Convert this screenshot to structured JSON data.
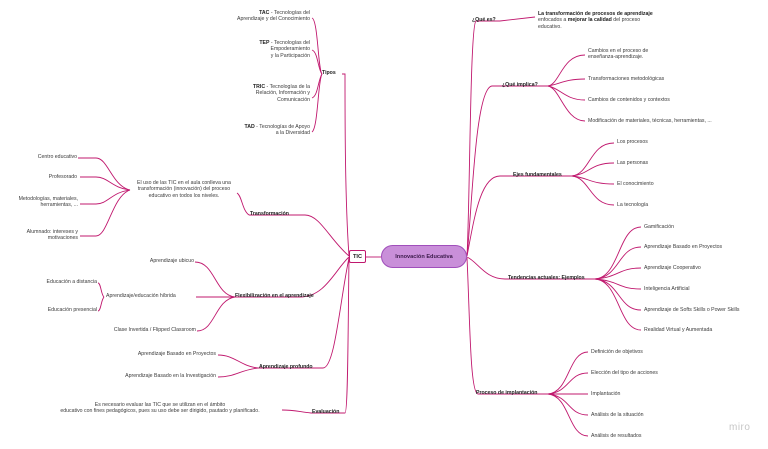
{
  "central": "Innovación Educativa",
  "tic": "TIC",
  "left": {
    "tipos": {
      "label": "Tipos",
      "tac": [
        "TAC",
        " - Tecnologías del",
        "Aprendizaje y del Conocimiento"
      ],
      "tep": [
        "TEP",
        " - Tecnologías del",
        "Empoderamiento",
        "y la Participación"
      ],
      "tric": [
        "TRIC",
        " - Tecnologías de la",
        "Relación, Información y",
        "Comunicación"
      ],
      "tad": [
        "TAD",
        " -  Tecnologías de Apoyo",
        "a la Diversidad"
      ]
    },
    "transformacion": {
      "label": "Transformación",
      "desc": [
        "El uso de las TIC en el aula conlleva una",
        "transformación (innovación) del proceso",
        "educativo en todos los niveles."
      ],
      "items": [
        "Centro educativo",
        "Profesorado",
        "Metodologías, materiales,",
        "herramientas, ...",
        "Alumnado: intereses y",
        "motivaciones"
      ]
    },
    "flexibilizacion": {
      "label": "Flexibilización en el aprendizaje",
      "items": [
        "Aprendizaje ubicuo",
        "Aprendizaje/educación híbrida",
        "Clase Invertida / Flipped Classroom"
      ],
      "sub": [
        "Educación a distancia",
        "Educación presencial"
      ]
    },
    "profundo": {
      "label": "Aprendizaje profundo",
      "items": [
        "Aprendizaje Basado en Proyectos",
        "Aprendizaje Basado en la Investigación"
      ]
    },
    "evaluacion": {
      "label": "Evaluación",
      "desc": [
        "Es necesario evaluar las TIC que se utilizan en el ámbito",
        "educativo con fines pedagógicos, pues su uso debe ser dirigido, pautado y planificado."
      ]
    }
  },
  "right": {
    "que_es": {
      "label": "¿Qué es?",
      "desc_bold": "La transformación de procesos de aprendizaje",
      "desc_mid": "enfocados a ",
      "desc_bold2": "mejorar la calidad",
      "desc_end": " del proceso",
      "desc_last": "educativo."
    },
    "que_implica": {
      "label": "¿Qué implica?",
      "items": [
        "Cambios en el proceso de",
        "enseñanza-aprendizaje.",
        "Transformaciones metodológicas",
        "Cambios de contenidos y contextos",
        "Modificación de materiales, técnicas, herramientas, ..."
      ]
    },
    "ejes": {
      "label": "Ejes fundamentales",
      "items": [
        "Los procesos",
        "Las personas",
        "El conocimiento",
        "La tecnología"
      ]
    },
    "tendencias": {
      "label": "Tendencias actuales: Ejemplos",
      "items": [
        "Gamificación",
        "Aprendizaje Basado en Proyectos",
        "Aprendizaje Cooperativo",
        "Inteligencia Artificial",
        "Aprendizaje de Softs Skills o Power Skills",
        "Realidad Virtual y Aumentada"
      ]
    },
    "proceso": {
      "label": "Proceso de implantación",
      "items": [
        "Definición de objetivos",
        "Elección del tipo de acciones",
        "Implantación",
        "Análisis de la situación",
        "Análisis de resultados"
      ]
    }
  },
  "logo": "miro",
  "colors": {
    "branch": "#c0186e",
    "central_fill": "#c98fd9",
    "central_border": "#a04fbb"
  }
}
